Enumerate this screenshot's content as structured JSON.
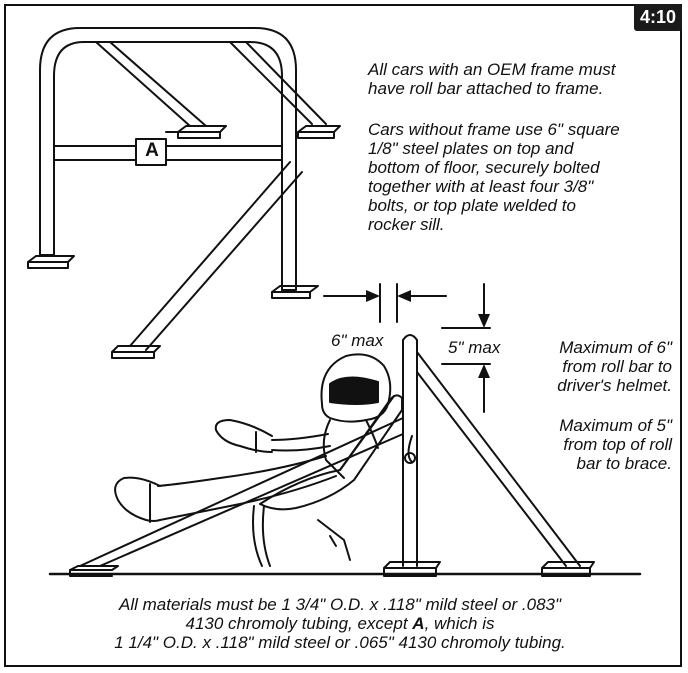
{
  "badge": "4:10",
  "label_a": "A",
  "para1": [
    "All cars with an OEM frame must",
    "have roll bar attached to frame."
  ],
  "para2": [
    "Cars without frame use 6\" square",
    "1/8\" steel plates on top and",
    "bottom of floor, securely bolted",
    "together with at least four 3/8\"",
    "bolts, or top plate welded to",
    "rocker sill."
  ],
  "dim_left": "6\" max",
  "dim_right": "5\" max",
  "note_helmet": [
    "Maximum of 6\"",
    "from roll bar to",
    "driver's helmet."
  ],
  "note_brace": [
    "Maximum of 5\"",
    "from top of roll",
    "bar to brace."
  ],
  "bottom": {
    "line1": "All materials must be 1 3/4\" O.D. x .118\" mild steel or .083\"",
    "line2_pre": "4130 chromoly tubing, except ",
    "line2_bold": "A",
    "line2_post": ", which is",
    "line3": "1 1/4\" O.D. x .118\" mild steel or .065\" 4130 chromoly tubing."
  }
}
